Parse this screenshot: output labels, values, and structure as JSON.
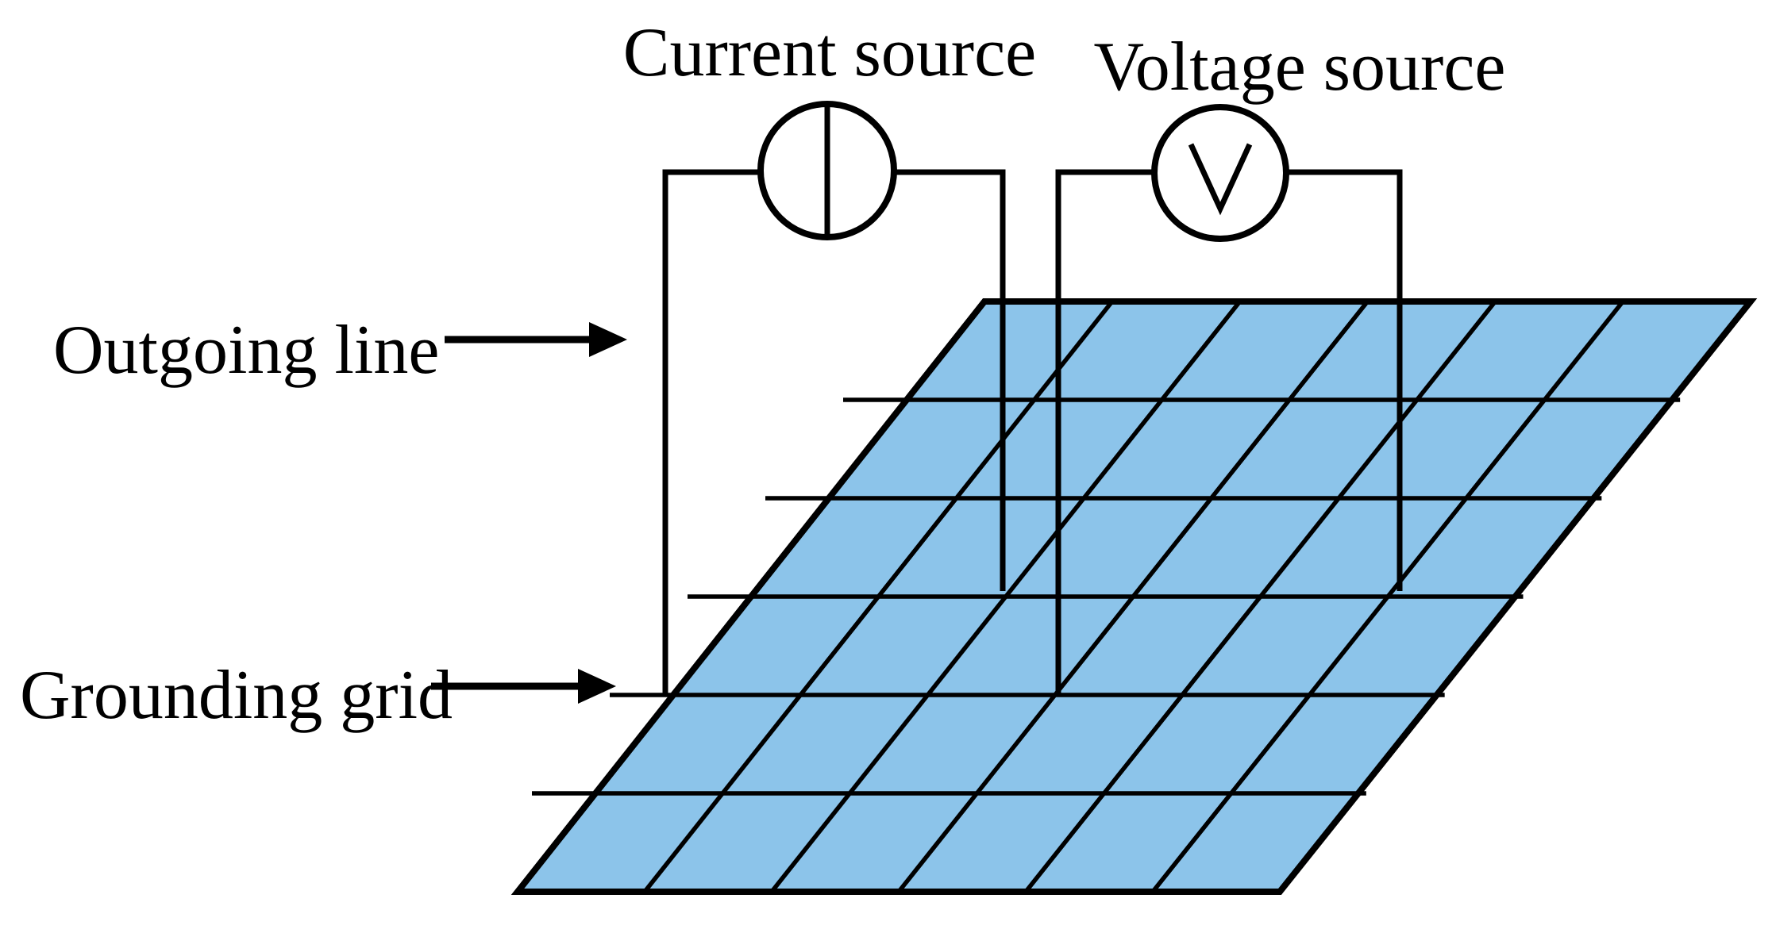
{
  "labels": {
    "current_source": "Current source",
    "voltage_source": "Voltage source",
    "outgoing_line": "Outgoing line",
    "grounding_grid": "Grounding grid"
  },
  "colors": {
    "grid_fill": "#8CC4EA",
    "line": "#000000",
    "background": "#FFFFFF"
  },
  "components": {
    "current_source_symbol": "current-source-icon",
    "voltage_source_symbol": "voltmeter-icon"
  },
  "grid": {
    "cells_across": 6,
    "cells_deep": 6
  }
}
